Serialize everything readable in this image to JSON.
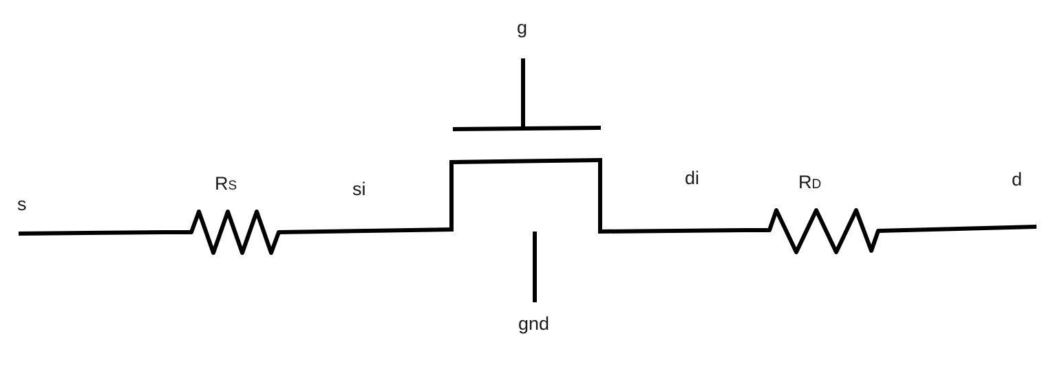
{
  "diagram": {
    "type": "circuit-schematic",
    "description": "MOSFET with source and drain series resistors",
    "stroke_color": "#000000",
    "background": "#ffffff",
    "nodes": {
      "s": "s",
      "si": "si",
      "g": "g",
      "gnd": "gnd",
      "di": "di",
      "d": "d"
    },
    "components": {
      "rs": {
        "main": "R",
        "sub": "S"
      },
      "rd": {
        "main": "R",
        "sub": "D"
      }
    }
  }
}
